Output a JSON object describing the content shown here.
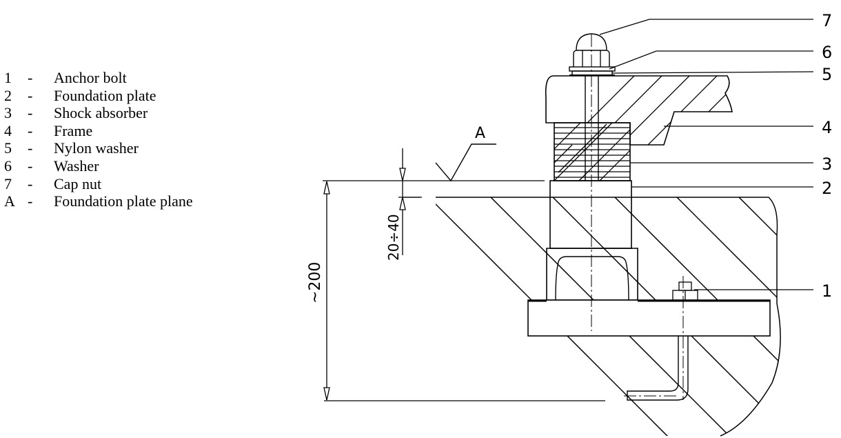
{
  "legend": [
    {
      "key": "1",
      "sep": "-",
      "label": "Anchor bolt"
    },
    {
      "key": "2",
      "sep": "-",
      "label": "Foundation plate"
    },
    {
      "key": "3",
      "sep": "-",
      "label": "Shock absorber"
    },
    {
      "key": "4",
      "sep": "-",
      "label": "Frame"
    },
    {
      "key": "5",
      "sep": "-",
      "label": "Nylon washer"
    },
    {
      "key": "6",
      "sep": "-",
      "label": "Washer"
    },
    {
      "key": "7",
      "sep": "-",
      "label": "Cap nut"
    },
    {
      "key": "A",
      "sep": "-",
      "label": "Foundation plate plane"
    }
  ],
  "callouts": {
    "c1": "1",
    "c2": "2",
    "c3": "3",
    "c4": "4",
    "c5": "5",
    "c6": "6",
    "c7": "7",
    "plane": "A"
  },
  "dimensions": {
    "depth": "~200",
    "gap": "20÷40"
  },
  "colors": {
    "line": "#000000",
    "background": "#ffffff"
  }
}
